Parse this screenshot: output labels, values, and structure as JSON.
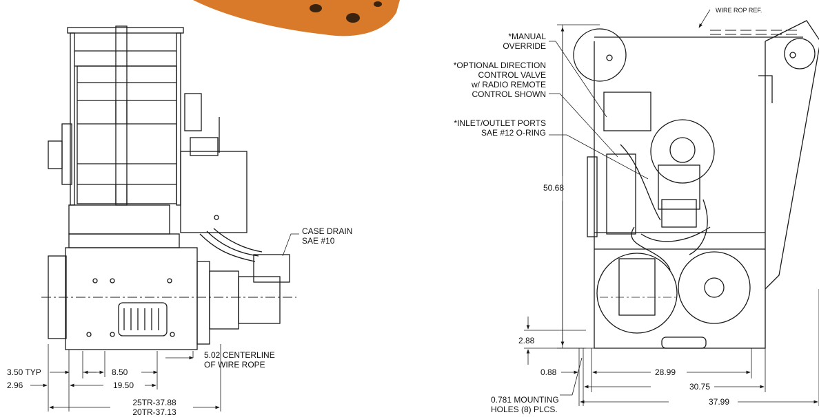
{
  "left_view": {
    "case_drain": [
      "CASE DRAIN",
      "SAE #10"
    ],
    "centerline": [
      "5.02 CENTERLINE",
      "OF WIRE ROPE"
    ],
    "dim_350": "3.50 TYP",
    "dim_296": "2.96",
    "dim_850": "8.50",
    "dim_1950": "19.50",
    "overall": [
      "25TR-37.88",
      "20TR-37.13"
    ]
  },
  "right_view": {
    "wire_rope_ref": "WIRE ROP REF.",
    "manual_override": [
      "*MANUAL",
      "OVERRIDE"
    ],
    "optional_valve": [
      "*OPTIONAL DIRECTION",
      "CONTROL VALVE",
      "w/ RADIO REMOTE",
      "CONTROL SHOWN"
    ],
    "inlet_outlet": [
      "*INLET/OUTLET PORTS",
      "SAE #12 O-RING"
    ],
    "height": "50.68",
    "dim_288": "2.88",
    "dim_088": "0.88",
    "dim_2899": "28.99",
    "dim_3075": "30.75",
    "dim_3799": "37.99",
    "mounting": [
      "0.781 MOUNTING",
      "HOLES (8) PLCS."
    ]
  },
  "colors": {
    "line": "#1a1a1a",
    "reel_accent": "#d9792a"
  }
}
